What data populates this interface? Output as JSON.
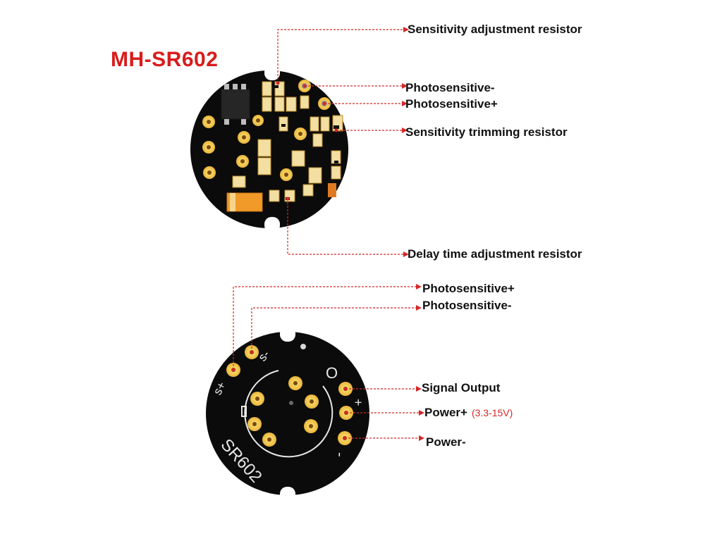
{
  "title": "MH-SR602",
  "colors": {
    "title": "#d91c1c",
    "leader": "#d62828",
    "pcb": "#0b0b0b",
    "pad": "#f5c84a",
    "component": "#f3dfa2",
    "silkscreen": "#e8e8e8"
  },
  "top_board": {
    "labels": {
      "sensitivity_adjustment": "Sensitivity adjustment resistor",
      "photo_minus": "Photosensitive-",
      "photo_plus": "Photosensitive+",
      "sensitivity_trimming": "Sensitivity trimming resistor",
      "delay_time": "Delay time adjustment resistor"
    }
  },
  "bottom_board": {
    "labels": {
      "photo_plus": "Photosensitive+",
      "photo_minus": "Photosensitive-",
      "signal_output": "Signal Output",
      "power_plus": "Power+",
      "power_plus_range": "(3.3-15V)",
      "power_minus": "Power-"
    },
    "silkscreen": {
      "model": "SR602",
      "s_plus": "s+",
      "s_minus": "s-",
      "out": "O",
      "plus": "+",
      "minus": "-"
    }
  }
}
